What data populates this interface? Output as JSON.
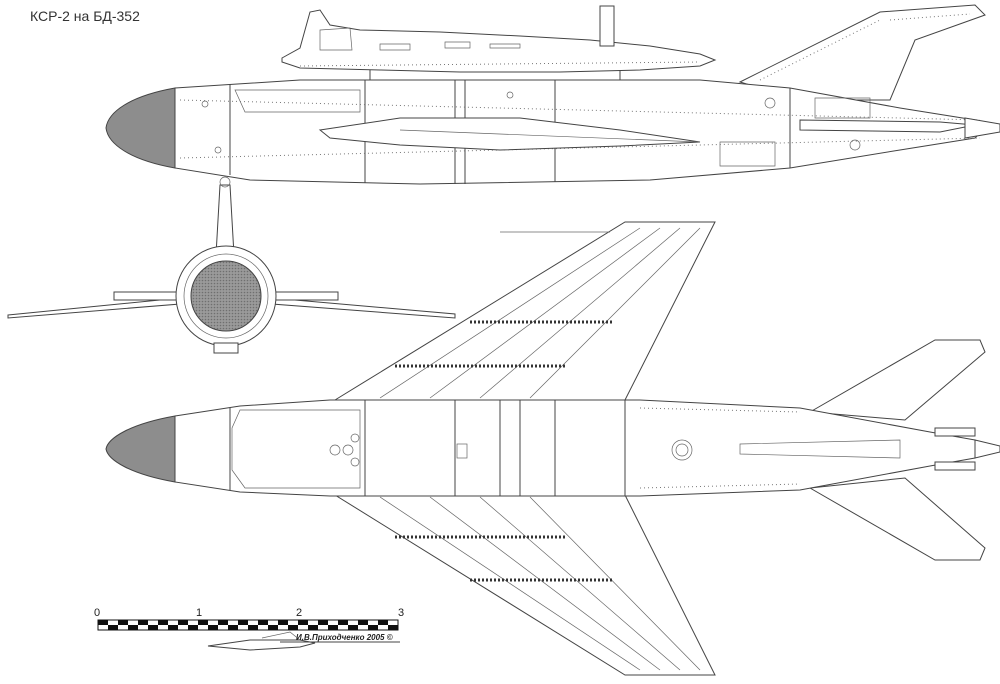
{
  "title": "КСР-2  на БД-352",
  "scale_bar": {
    "ticks": [
      "0",
      "1",
      "2",
      "3"
    ]
  },
  "signature": "И.В.Приходченко 2005 ©"
}
